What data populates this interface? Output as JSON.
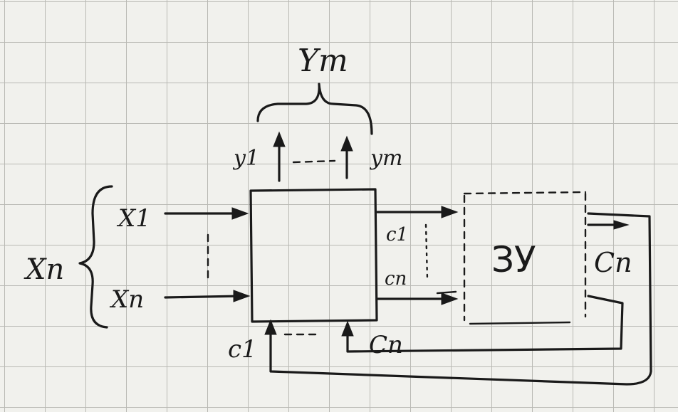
{
  "labels": {
    "y_group": "Ym",
    "y_first": "y1",
    "y_last": "ym",
    "x_group": "Xn",
    "x_first": "X1",
    "x_last": "Xn",
    "c_out_first": "c1",
    "c_out_last": "cn",
    "c_in_first": "c1",
    "c_in_last": "Cn",
    "memory_block": "ЗУ",
    "memory_out": "Cn"
  },
  "colors": {
    "ink": "#1a1a1a",
    "paper": "#f1f1ed",
    "grid": "#b9b9b4"
  }
}
